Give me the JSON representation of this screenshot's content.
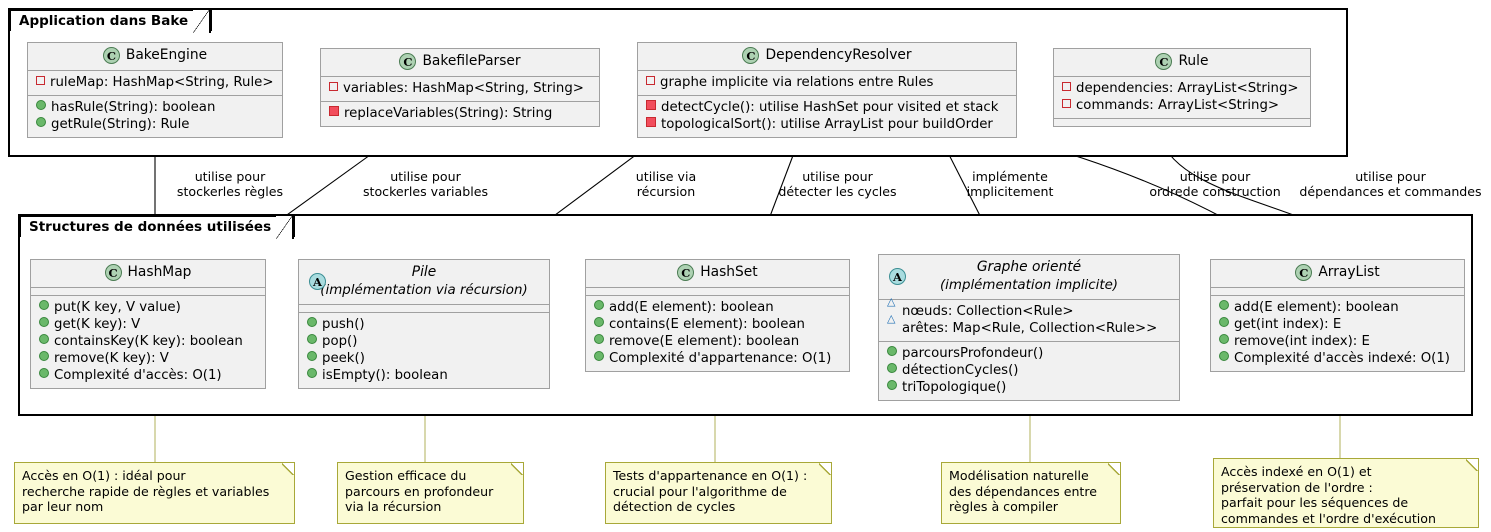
{
  "packages": [
    {
      "name": "pkg-application",
      "title": "Application dans Bake"
    },
    {
      "name": "pkg-datastructures",
      "title": "Structures de données utilisées"
    }
  ],
  "classes": [
    {
      "name": "class-bakeengine",
      "stereotype": "C",
      "title": "BakeEngine",
      "subtitle": "",
      "abstract": false,
      "attributes": [
        {
          "visibility": "private-field",
          "text": "ruleMap: HashMap<String, Rule>"
        }
      ],
      "methods": [
        {
          "visibility": "public-method",
          "text": "hasRule(String): boolean"
        },
        {
          "visibility": "public-method",
          "text": "getRule(String): Rule"
        }
      ]
    },
    {
      "name": "class-bakefileparser",
      "stereotype": "C",
      "title": "BakefileParser",
      "subtitle": "",
      "abstract": false,
      "attributes": [
        {
          "visibility": "private-field",
          "text": "variables: HashMap<String, String>"
        }
      ],
      "methods": [
        {
          "visibility": "private-method",
          "text": "replaceVariables(String): String"
        }
      ]
    },
    {
      "name": "class-dependencyresolver",
      "stereotype": "C",
      "title": "DependencyResolver",
      "subtitle": "",
      "abstract": false,
      "attributes": [
        {
          "visibility": "private-field",
          "text": "graphe implicite via relations entre Rules"
        }
      ],
      "methods": [
        {
          "visibility": "private-method",
          "text": "detectCycle(): utilise HashSet pour visited et stack"
        },
        {
          "visibility": "private-method",
          "text": "topologicalSort(): utilise ArrayList pour buildOrder"
        }
      ]
    },
    {
      "name": "class-rule",
      "stereotype": "C",
      "title": "Rule",
      "subtitle": "",
      "abstract": false,
      "attributes": [
        {
          "visibility": "private-field",
          "text": "dependencies: ArrayList<String>"
        },
        {
          "visibility": "private-field",
          "text": "commands: ArrayList<String>"
        }
      ],
      "methods": []
    },
    {
      "name": "class-hashmap",
      "stereotype": "C",
      "title": "HashMap",
      "subtitle": "",
      "abstract": false,
      "attributes": [],
      "methods": [
        {
          "visibility": "public-method",
          "text": "put(K key, V value)"
        },
        {
          "visibility": "public-method",
          "text": "get(K key): V"
        },
        {
          "visibility": "public-method",
          "text": "containsKey(K key): boolean"
        },
        {
          "visibility": "public-method",
          "text": "remove(K key): V"
        },
        {
          "visibility": "public-method",
          "text": "Complexité d'accès: O(1)"
        }
      ]
    },
    {
      "name": "class-pile",
      "stereotype": "A",
      "title": "Pile",
      "subtitle": "(implémentation via récursion)",
      "abstract": true,
      "attributes": [],
      "methods": [
        {
          "visibility": "public-method",
          "text": "push()"
        },
        {
          "visibility": "public-method",
          "text": "pop()"
        },
        {
          "visibility": "public-method",
          "text": "peek()"
        },
        {
          "visibility": "public-method",
          "text": "isEmpty(): boolean"
        }
      ]
    },
    {
      "name": "class-hashset",
      "stereotype": "C",
      "title": "HashSet",
      "subtitle": "",
      "abstract": false,
      "attributes": [],
      "methods": [
        {
          "visibility": "public-method",
          "text": "add(E element): boolean"
        },
        {
          "visibility": "public-method",
          "text": "contains(E element): boolean"
        },
        {
          "visibility": "public-method",
          "text": "remove(E element): boolean"
        },
        {
          "visibility": "public-method",
          "text": "Complexité d'appartenance: O(1)"
        }
      ]
    },
    {
      "name": "class-graphe-oriente",
      "stereotype": "A",
      "title": "Graphe orienté",
      "subtitle": "(implémentation implicite)",
      "abstract": true,
      "attributes": [
        {
          "visibility": "package-field",
          "text": "nœuds: Collection<Rule>"
        },
        {
          "visibility": "package-field",
          "text": "arêtes: Map<Rule, Collection<Rule>>"
        }
      ],
      "methods": [
        {
          "visibility": "public-method",
          "text": "parcoursProfondeur()"
        },
        {
          "visibility": "public-method",
          "text": "détectionCycles()"
        },
        {
          "visibility": "public-method",
          "text": "triTopologique()"
        }
      ]
    },
    {
      "name": "class-arraylist",
      "stereotype": "C",
      "title": "ArrayList",
      "subtitle": "",
      "abstract": false,
      "attributes": [],
      "methods": [
        {
          "visibility": "public-method",
          "text": "add(E element): boolean"
        },
        {
          "visibility": "public-method",
          "text": "get(int index): E"
        },
        {
          "visibility": "public-method",
          "text": "remove(int index): E"
        },
        {
          "visibility": "public-method",
          "text": "Complexité d'accès indexé: O(1)"
        }
      ]
    }
  ],
  "edge_labels": [
    {
      "name": "edge-label-store-rules",
      "lines": [
        "utilise pour",
        "stockerles règles"
      ]
    },
    {
      "name": "edge-label-store-variables",
      "lines": [
        "utilise pour",
        "stockerles variables"
      ]
    },
    {
      "name": "edge-label-recursion",
      "lines": [
        "utilise via",
        "récursion"
      ]
    },
    {
      "name": "edge-label-detect-cycles",
      "lines": [
        "utilise pour",
        "détecter les cycles"
      ]
    },
    {
      "name": "edge-label-implements-implicitly",
      "lines": [
        "implémente",
        "implicitement"
      ]
    },
    {
      "name": "edge-label-build-order",
      "lines": [
        "utilise pour",
        "ordrede construction"
      ]
    },
    {
      "name": "edge-label-deps-commands",
      "lines": [
        "utilise pour",
        "dépendances et commandes"
      ]
    }
  ],
  "notes": [
    {
      "name": "note-hashmap",
      "lines": [
        "Accès en O(1) : idéal pour",
        "recherche rapide de règles et variables",
        "par leur nom"
      ]
    },
    {
      "name": "note-pile",
      "lines": [
        "Gestion efficace du",
        "parcours en profondeur",
        "via la récursion"
      ]
    },
    {
      "name": "note-hashset",
      "lines": [
        "Tests d'appartenance en O(1) :",
        "crucial pour l'algorithme de",
        "détection de cycles"
      ]
    },
    {
      "name": "note-graphe",
      "lines": [
        "Modélisation naturelle",
        "des dépendances entre",
        "règles à compiler"
      ]
    },
    {
      "name": "note-arraylist",
      "lines": [
        "Accès indexé en O(1) et",
        "préservation de l'ordre :",
        "parfait pour les séquences de",
        "commandes et l'ordre d'exécution"
      ]
    }
  ],
  "colors": {
    "class_fill": "#f1f1f1",
    "class_border": "#a0a0a0",
    "note_fill": "#fbfbd5",
    "note_border": "#a8a838",
    "stereotype_class": "#add1b2",
    "stereotype_abstract": "#a9dcdf",
    "public_marker": "#6ab86a",
    "private_marker": "#f24d5c",
    "package_marker": "#1f6fb4",
    "frame": "#000000"
  }
}
